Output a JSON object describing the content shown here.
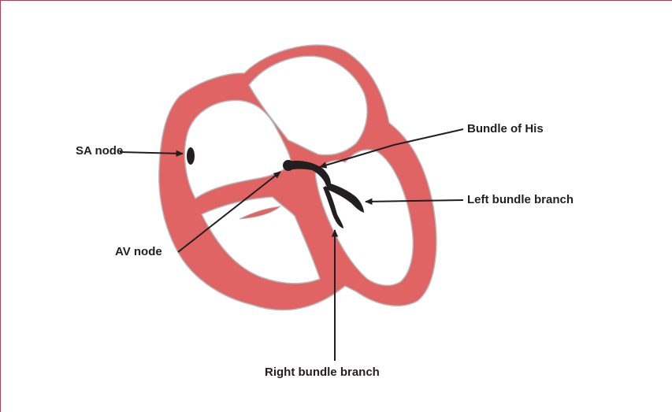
{
  "labels": {
    "sa_node": "SA node",
    "av_node": "AV node",
    "bundle_of_his": "Bundle of His",
    "left_bundle_branch": "Left bundle branch",
    "right_bundle_branch": "Right bundle branch"
  },
  "colors": {
    "frame_border": "#c8344f",
    "heart_wall": "#e06464",
    "chamber_fill": "#ffffff",
    "chamber_outline": "#b8b8b8",
    "conduction": "#231f20",
    "label_text": "#231f20"
  }
}
